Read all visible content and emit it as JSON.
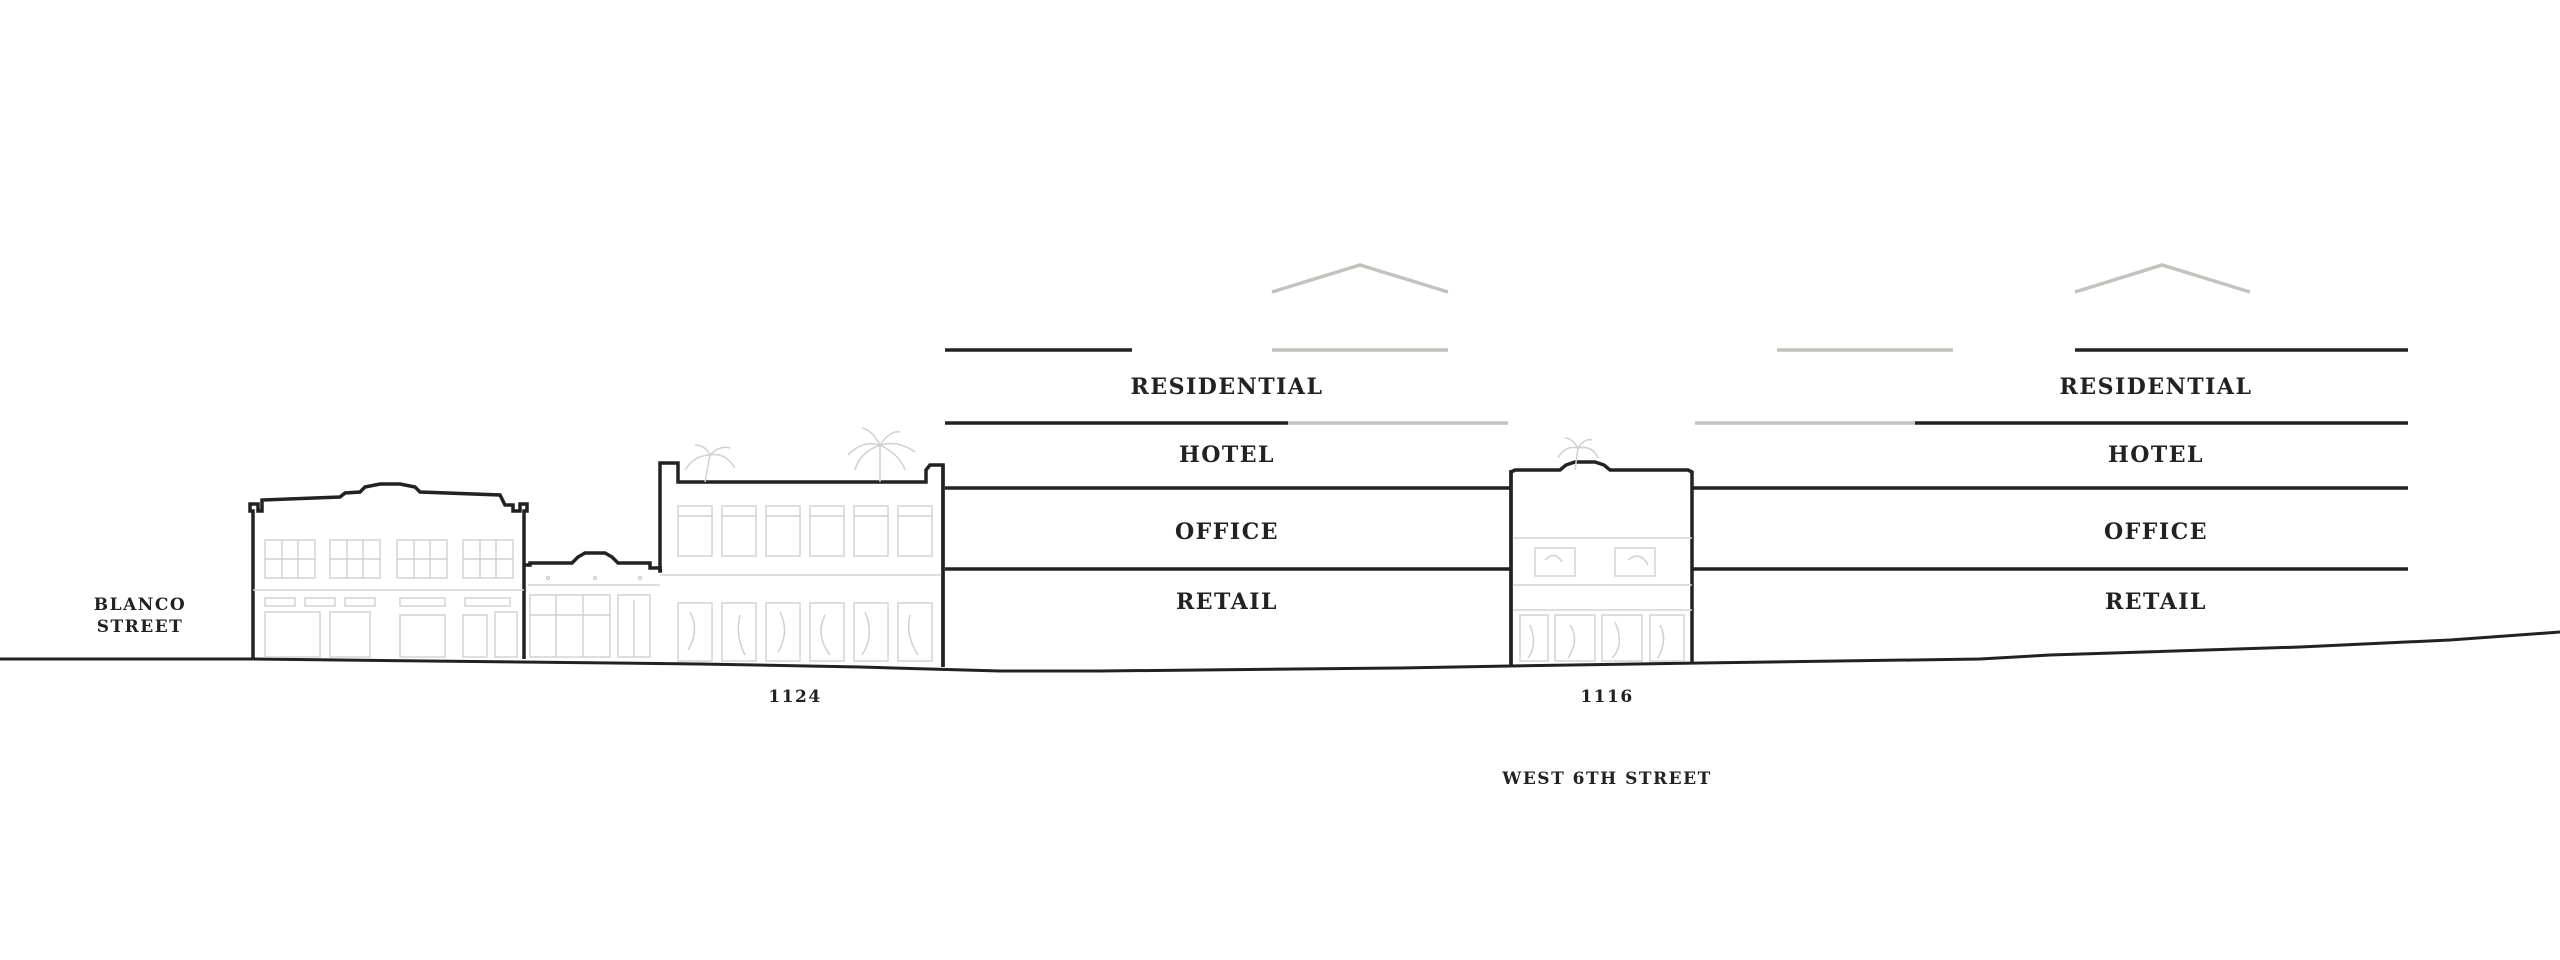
{
  "labels": {
    "blanco_street": [
      "BLANCO",
      "STREET"
    ],
    "address_1124": "1124",
    "address_1116": "1116",
    "west_6th_street": "WEST 6TH STREET"
  },
  "left_tower": {
    "residential": "RESIDENTIAL",
    "hotel": "HOTEL",
    "office": "OFFICE",
    "retail": "RETAIL"
  },
  "right_tower": {
    "residential": "RESIDENTIAL",
    "hotel": "HOTEL",
    "office": "OFFICE",
    "retail": "RETAIL"
  },
  "colors": {
    "ink": "#222222",
    "ghost_line": "#c4c2be",
    "facade_detail": "#d4d4d4",
    "background": "#ffffff"
  }
}
